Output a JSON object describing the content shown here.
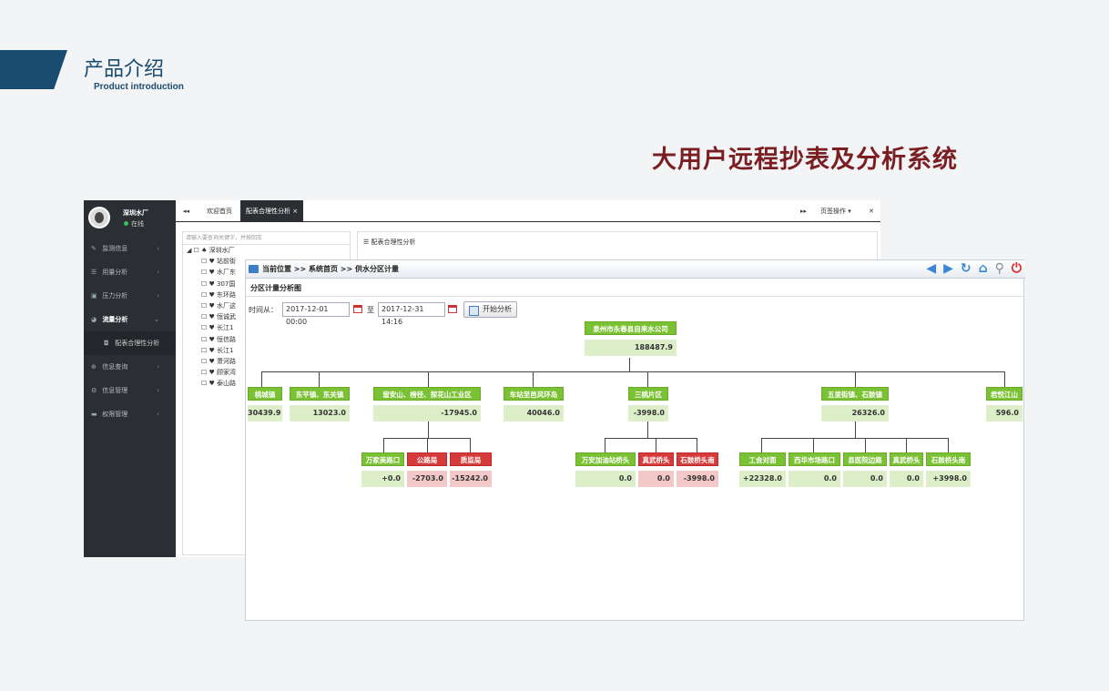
{
  "slide": {
    "title_cn": "产品介绍",
    "title_en": "Product introduction",
    "main_title": "大用户远程抄表及分析系统"
  },
  "back_window": {
    "user": {
      "name": "深圳水厂",
      "status": "在线"
    },
    "menu": [
      {
        "label": "监测信息",
        "icon": "✎"
      },
      {
        "label": "用量分析",
        "icon": "☰"
      },
      {
        "label": "压力分析",
        "icon": "▣"
      },
      {
        "label": "流量分析",
        "icon": "◕"
      },
      {
        "label": "配表合理性分析",
        "icon": "◘"
      },
      {
        "label": "信息查询",
        "icon": "⊕"
      },
      {
        "label": "信息管理",
        "icon": "⚙"
      },
      {
        "label": "权限管理",
        "icon": "▬"
      }
    ],
    "tabs": {
      "prev": "◂◂",
      "home": "欢迎首页",
      "active": "配表合理性分析 ×",
      "next": "▸▸",
      "page_ops": "页签操作 ▾",
      "close": "✕"
    },
    "tree": {
      "search_placeholder": "请输入要查询关键字，并按回车",
      "root": "◢ ☐ ♠ 深圳水厂",
      "items": [
        "☐ ♥ 站前街",
        "☐ ♥ 水厂东",
        "☐ ♥ 307国",
        "☐ ♥ 东环路",
        "☐ ♥ 水厂这",
        "☐ ♥ 恒诚武",
        "☐ ♥ 长江1",
        "☐ ♥ 恒信路",
        "☐ ♥ 长江1",
        "☐ ♥ 萧河路",
        "☐ ♥ 顾家湾",
        "☐ ♥ 泰山路"
      ]
    },
    "panel_title": "☰ 配表合理性分析"
  },
  "front_window": {
    "breadcrumb": "当前位置 >> 系统首页 >> 供水分区计量",
    "section": "分区计量分析图",
    "time_label": "时间从：",
    "start": "2017-12-01 00:00",
    "to": "至",
    "end": "2017-12-31 14:16",
    "analyze": "开始分析",
    "toolbar_icons": [
      "◀",
      "▶",
      "↻",
      "⌂",
      "⚲",
      "⏻"
    ]
  },
  "nodes": {
    "root": {
      "name": "泉州市永春县自来水公司",
      "value": "188487.9"
    },
    "n1": {
      "name": "桃城镇",
      "value": "30439.9"
    },
    "n2": {
      "name": "东平镇、东关镇",
      "value": "13023.0"
    },
    "n3": {
      "name": "留安山、榜径、探花山工业区",
      "value": "-17945.0"
    },
    "n4": {
      "name": "车站至邑风环岛",
      "value": "40046.0"
    },
    "n5": {
      "name": "三桃片区",
      "value": "-3998.0"
    },
    "n6": {
      "name": "五里街镇、石鼓镇",
      "value": "26326.0"
    },
    "n7": {
      "name": "君悦江山",
      "value": "596.0"
    },
    "c31": {
      "name": "万家美路口",
      "value": "+0.0"
    },
    "c32": {
      "name": "公路局",
      "value": "-2703.0"
    },
    "c33": {
      "name": "质监局",
      "value": "-15242.0"
    },
    "c51": {
      "name": "万安加油站桥头",
      "value": "0.0"
    },
    "c52": {
      "name": "真武桥头",
      "value": "0.0"
    },
    "c53": {
      "name": "石鼓桥头南",
      "value": "-3998.0"
    },
    "c61": {
      "name": "工会对面",
      "value": "+22328.0"
    },
    "c62": {
      "name": "西华市场路口",
      "value": "0.0"
    },
    "c63": {
      "name": "县医院边路",
      "value": "0.0"
    },
    "c64": {
      "name": "真武桥头",
      "value": "0.0"
    },
    "c65": {
      "name": "石鼓桥头南",
      "value": "+3998.0"
    }
  }
}
